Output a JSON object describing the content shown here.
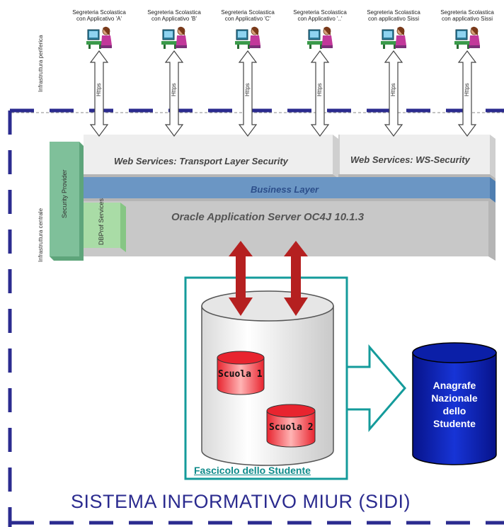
{
  "workstations": [
    {
      "line1": "Segreteria Scolastica",
      "line2": "con Applicativo 'A'",
      "arrow_label": "Https"
    },
    {
      "line1": "Segreteria Scolastica",
      "line2": "con Applicativo 'B'",
      "arrow_label": "Https"
    },
    {
      "line1": "Segreteria Scolastica",
      "line2": "con Applicativo 'C'",
      "arrow_label": "Https"
    },
    {
      "line1": "Segreteria Scolastica",
      "line2": "con Applicativo '..'",
      "arrow_label": "Https"
    },
    {
      "line1": "Segreteria Scolastica",
      "line2": "con applicativo Sissi",
      "arrow_label": "Https"
    },
    {
      "line1": "Segreteria Scolastica",
      "line2": "con applicativo Sissi",
      "arrow_label": "Https"
    }
  ],
  "zones": {
    "peripheral": "Infrastruttura periferica",
    "central": "Infrastruttura centrale"
  },
  "stack": {
    "security_provider": "Security Provider",
    "dbprof_services": "DBProf Services",
    "transport_security": "Web Services: Transport Layer Security",
    "ws_security": "Web Services: WS-Security",
    "business_layer": "Business Layer",
    "app_server": "Oracle Application Server OC4J 10.1.3"
  },
  "storage": {
    "school1": "Scuola 1",
    "school2": "Scuola 2",
    "fascicolo": "Fascicolo dello Studente",
    "anagrafe": [
      "Anagrafe",
      "Nazionale",
      "dello",
      "Studente"
    ]
  },
  "system_title": "SISTEMA INFORMATIVO MIUR (SIDI)",
  "colors": {
    "dashed_border": "#2b2b8f",
    "business_layer": "#6b96c4",
    "security_panel": "#7fc09a",
    "dbprof_panel": "#a9dca6",
    "app_server": "#c8c8c8",
    "red_arrow": "#b52020",
    "teal_outline": "#149b9b",
    "anagrafe": "#0b1fa8",
    "school_db": "#e8242f"
  }
}
